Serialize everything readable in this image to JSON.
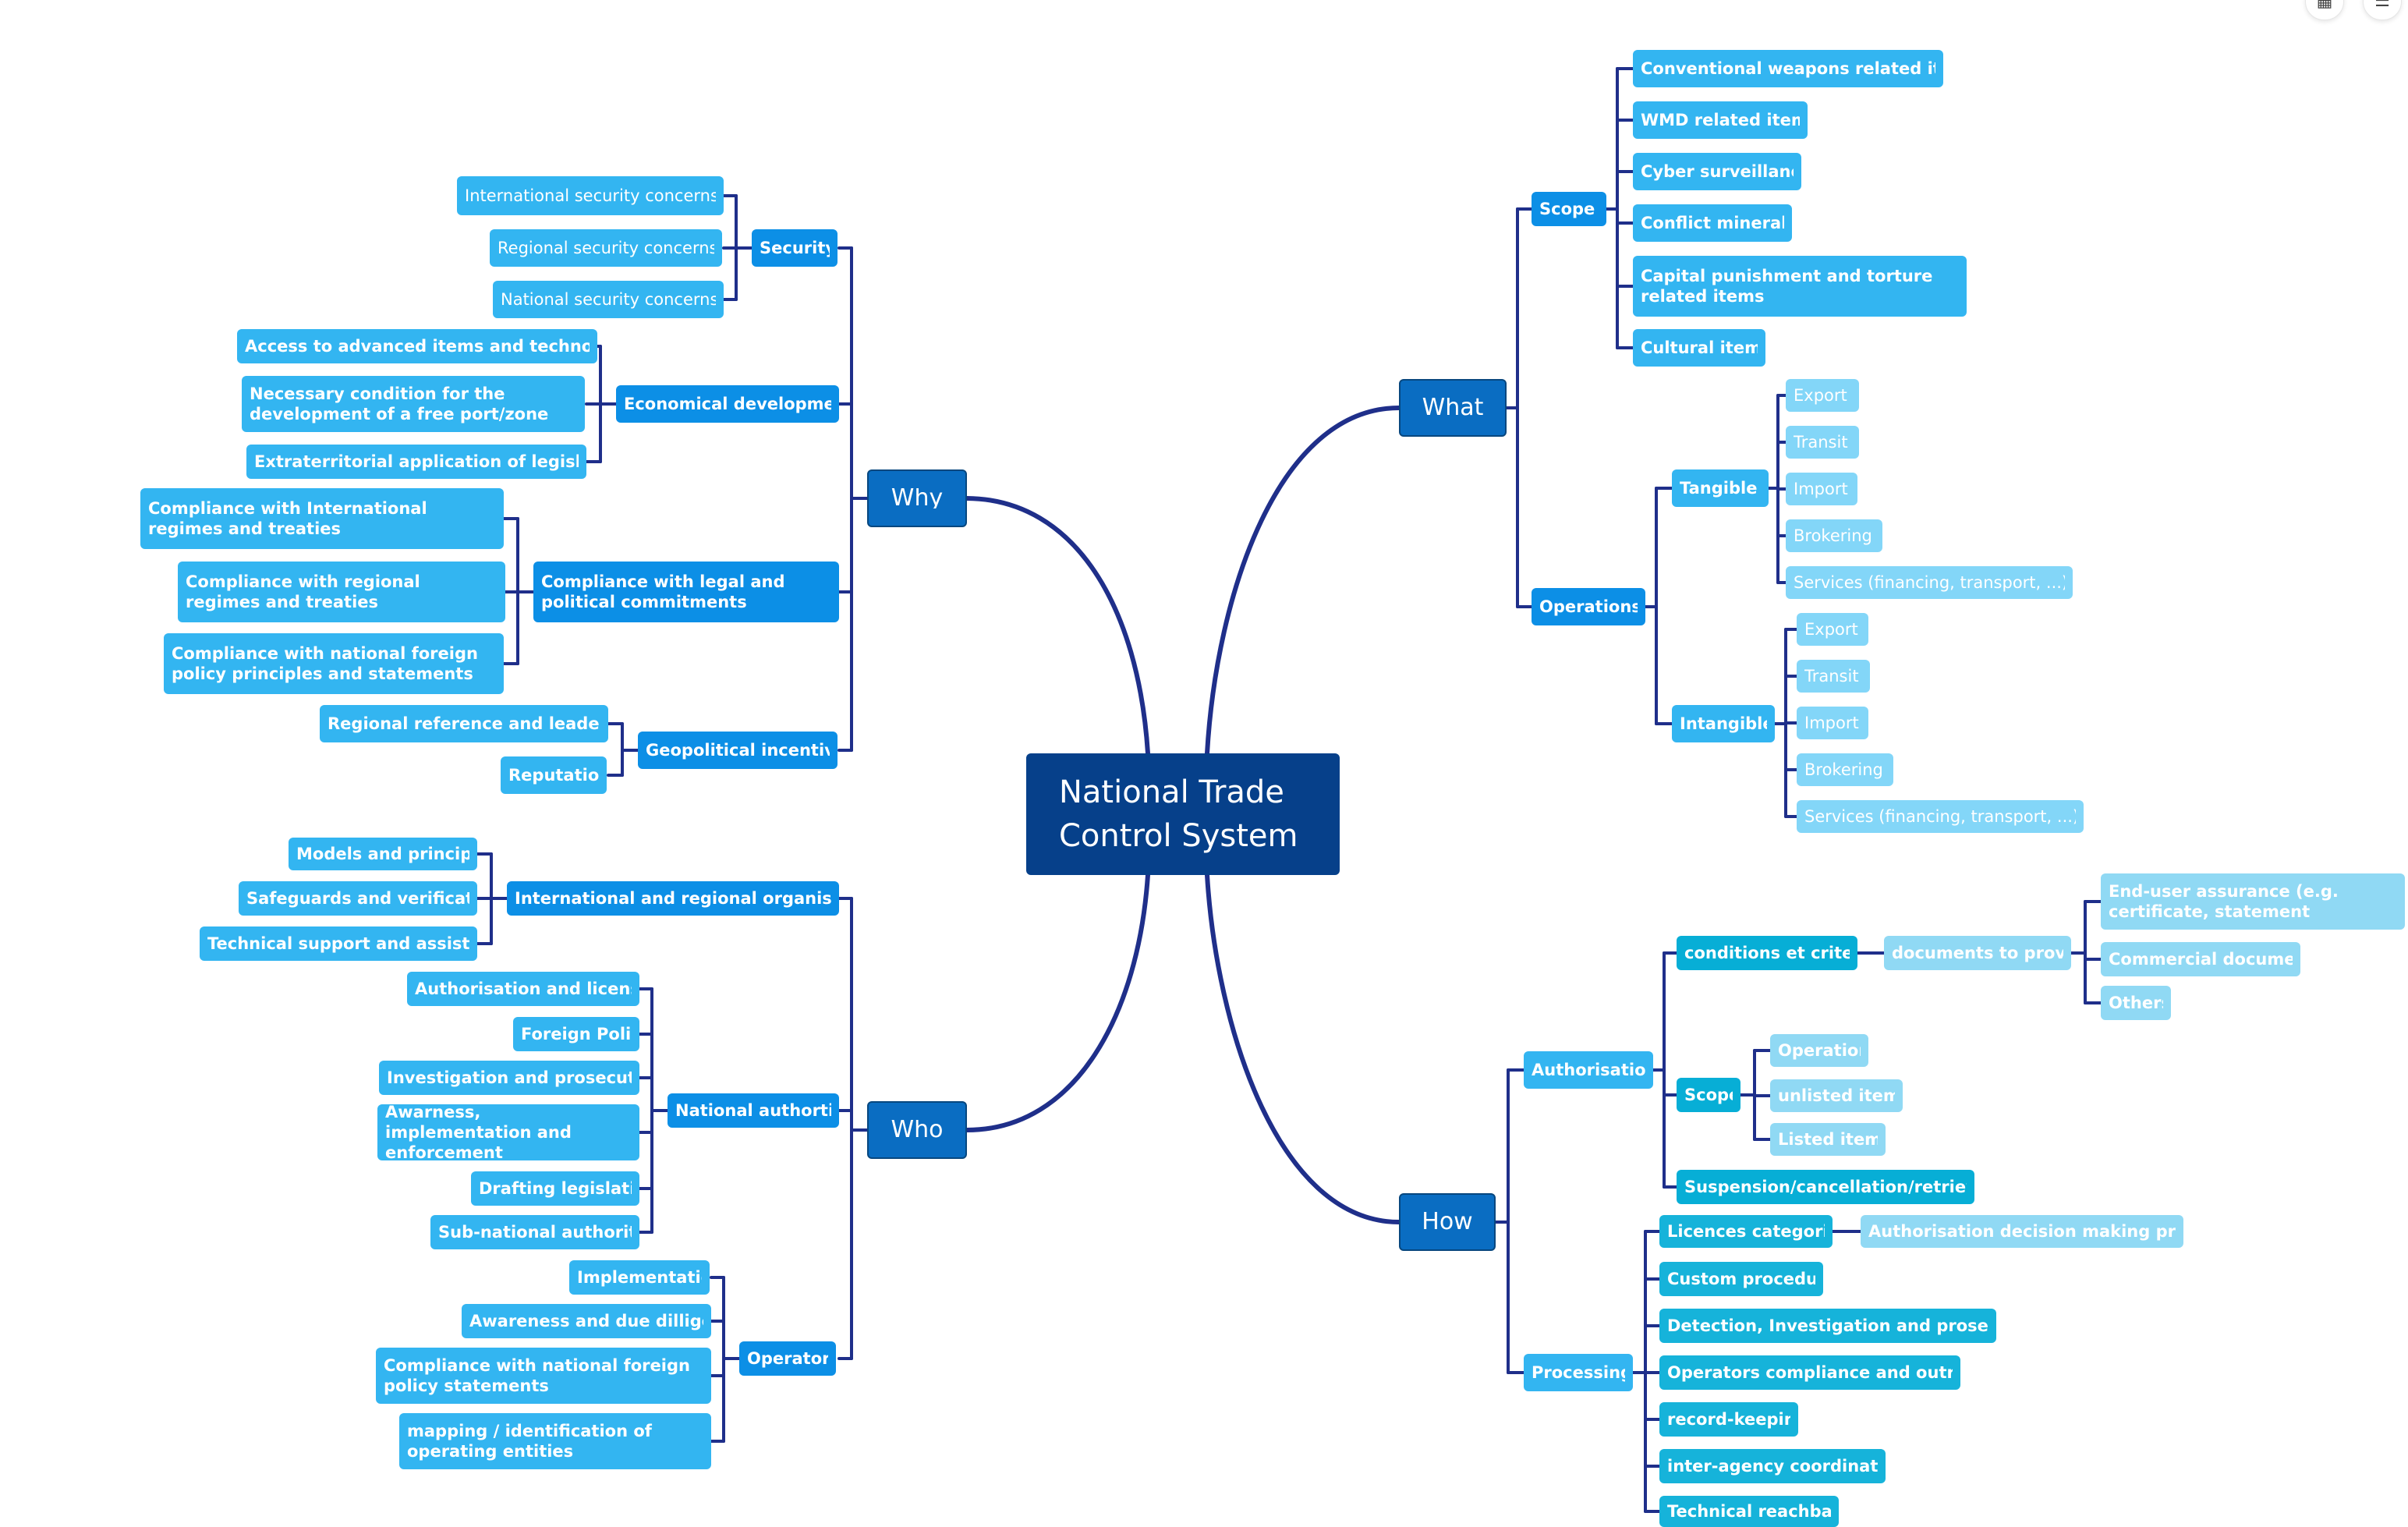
{
  "root": "National Trade Control System",
  "branches": {
    "what": "What",
    "why": "Why",
    "who": "Who",
    "how": "How"
  },
  "what": {
    "scope": {
      "label": "Scope",
      "items": [
        "Conventional weapons related items",
        "WMD related items",
        "Cyber surveillance",
        "Conflict minerals",
        "Capital punishment and torture related items",
        "Cultural items"
      ]
    },
    "operations": {
      "label": "Operations",
      "tangible": {
        "label": "Tangible",
        "items": [
          "Export",
          "Transit",
          "Import",
          "Brokering",
          "Services (financing, transport, ...)"
        ]
      },
      "intangible": {
        "label": "Intangible",
        "items": [
          "Export",
          "Transit",
          "Import",
          "Brokering",
          "Services (financing, transport, ...)"
        ]
      }
    }
  },
  "why": {
    "security": {
      "label": "Security",
      "items": [
        "International security concerns",
        "Regional security concerns",
        "National security concerns"
      ]
    },
    "economical": {
      "label": "Economical development",
      "items": [
        "Access to advanced items and technologies",
        "Necessary condition for the development of a free port/zone",
        "Extraterritorial application of legislation"
      ]
    },
    "compliance": {
      "label": "Compliance with legal and political commitments",
      "items": [
        "Compliance with International regimes and treaties",
        "Compliance with regional regimes and treaties",
        "Compliance with national foreign policy principles and  statements"
      ]
    },
    "geopolitical": {
      "label": "Geopolitical incentives",
      "items": [
        "Regional reference and leadership",
        "Reputation"
      ]
    }
  },
  "who": {
    "intl": {
      "label": "International and regional organisations",
      "items": [
        "Models and principles",
        "Safeguards and verification",
        "Technical support and assistance"
      ]
    },
    "national": {
      "label": "National authorties",
      "items": [
        "Authorisation and licensing",
        "Foreign Policy",
        "Investigation  and prosecution",
        "Awarness, implementation and enforcement",
        "Drafting legislation",
        "Sub-national authorities"
      ]
    },
    "operators": {
      "label": "Operators",
      "items": [
        "Implementation",
        "Awareness and due dilligence",
        "Compliance with national foreign policy statements",
        "mapping / identification of operating entities"
      ]
    }
  },
  "how": {
    "authorisation": {
      "label": "Authorisation",
      "conditions": {
        "label": "conditions et criteria",
        "documents": {
          "label": "documents to provide",
          "items": [
            "End-user assurance (e.g. certificate, statement",
            "Commercial documents",
            "Others"
          ]
        }
      },
      "scope": {
        "label": "Scope",
        "items": [
          "Operation",
          "unlisted items",
          "Listed items"
        ]
      },
      "suspension": "Suspension/cancellation/retrieving"
    },
    "processing": {
      "label": "Processing",
      "licences": {
        "label": "Licences categories",
        "child": "Authorisation decision making process"
      },
      "items": [
        "Custom procedure",
        "Detection, Investigation and prosecution",
        "Operators compliance and outreach",
        "record-keeping",
        "inter-agency coordination",
        "Technical reachback"
      ]
    }
  },
  "colors": {
    "root": "#06408a",
    "main": "#0a6dc2",
    "sub": "#0c8fe6",
    "leaf": "#33b5f1",
    "pale": "#83d6f8",
    "teal": "#07aed6",
    "line": "#1f2f8a"
  },
  "icons": [
    "grid-view-icon",
    "outline-list-icon"
  ]
}
